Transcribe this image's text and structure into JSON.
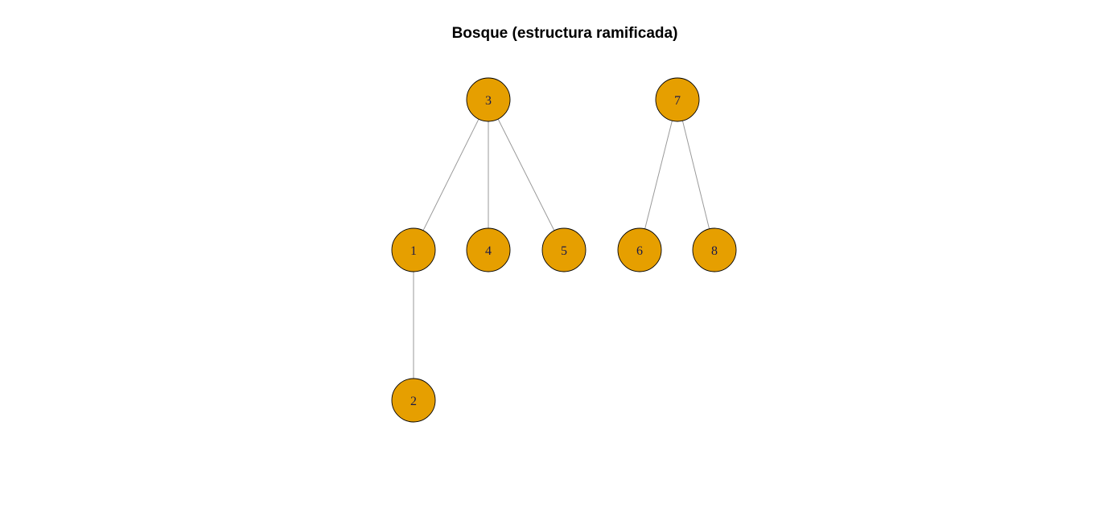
{
  "diagram": {
    "title": "Bosque (estructura ramificada)",
    "node_fill": "#E69F00",
    "node_stroke": "#000000",
    "edge_color": "#9a9a9a",
    "label_color": "#1a1a4a",
    "nodes": [
      {
        "id": "3",
        "label": "3"
      },
      {
        "id": "7",
        "label": "7"
      },
      {
        "id": "1",
        "label": "1"
      },
      {
        "id": "4",
        "label": "4"
      },
      {
        "id": "5",
        "label": "5"
      },
      {
        "id": "6",
        "label": "6"
      },
      {
        "id": "8",
        "label": "8"
      },
      {
        "id": "2",
        "label": "2"
      }
    ],
    "edges": [
      {
        "from": "3",
        "to": "1"
      },
      {
        "from": "3",
        "to": "4"
      },
      {
        "from": "3",
        "to": "5"
      },
      {
        "from": "7",
        "to": "6"
      },
      {
        "from": "7",
        "to": "8"
      },
      {
        "from": "1",
        "to": "2"
      }
    ]
  }
}
